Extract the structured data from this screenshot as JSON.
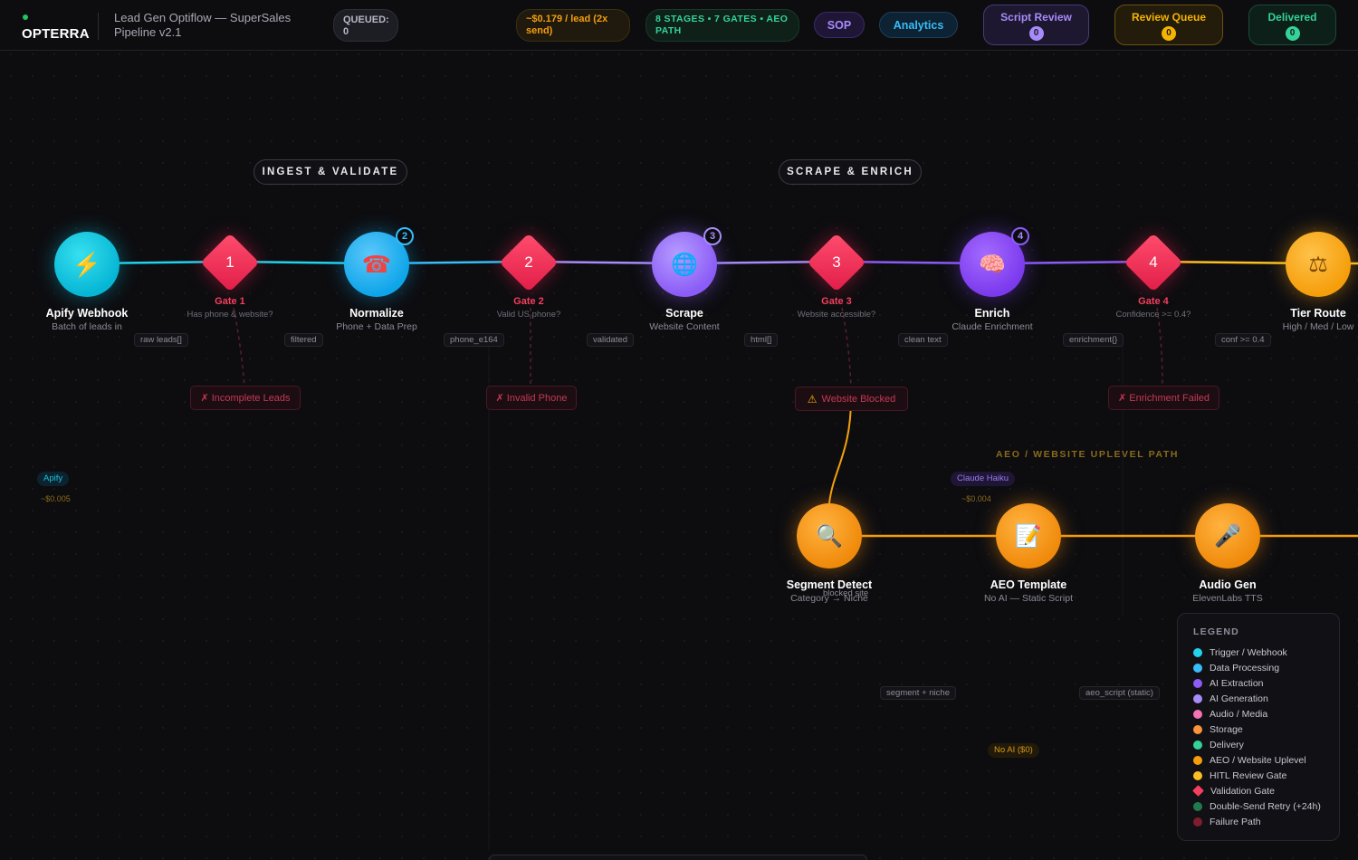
{
  "header": {
    "brand": "OPTERRA",
    "app_title": "Lead Gen Optiflow — SuperSales Pipeline v2.1",
    "queued": "QUEUED: 0",
    "cost": "~$0.179 / lead (2x send)",
    "stages": "8 STAGES • 7 GATES • AEO PATH",
    "sop": "SOP",
    "analytics": "Analytics",
    "script_review": {
      "label": "Script Review",
      "count": "0"
    },
    "review_queue": {
      "label": "Review Queue",
      "count": "0"
    },
    "delivered": {
      "label": "Delivered",
      "count": "0"
    }
  },
  "sections": {
    "ingest": "INGEST & VALIDATE",
    "scrape": "SCRAPE & ENRICH",
    "aeo": "AEO / WEBSITE UPLEVEL PATH"
  },
  "nodes": {
    "apify": {
      "label": "Apify Webhook",
      "sub": "Batch of leads in",
      "icon": "lightning-icon"
    },
    "normalize": {
      "label": "Normalize",
      "sub": "Phone + Data Prep",
      "icon": "telephone-icon",
      "badge": "2"
    },
    "scrape": {
      "label": "Scrape",
      "sub": "Website Content",
      "icon": "globe-icon",
      "badge": "3"
    },
    "enrich": {
      "label": "Enrich",
      "sub": "Claude Enrichment",
      "icon": "brain-icon",
      "badge": "4"
    },
    "tier": {
      "label": "Tier Route",
      "sub": "High / Med / Low",
      "icon": "scales-icon"
    },
    "segment": {
      "label": "Segment Detect",
      "sub": "Category → Niche",
      "icon": "magnifier-icon"
    },
    "aeo_template": {
      "label": "AEO Template",
      "sub": "No AI — Static Script",
      "icon": "memo-icon"
    },
    "audio": {
      "label": "Audio Gen",
      "sub": "ElevenLabs TTS",
      "icon": "microphone-icon"
    }
  },
  "gates": [
    {
      "num": "1",
      "label": "Gate 1",
      "sub": "Has phone & website?"
    },
    {
      "num": "2",
      "label": "Gate 2",
      "sub": "Valid US phone?"
    },
    {
      "num": "3",
      "label": "Gate 3",
      "sub": "Website accessible?"
    },
    {
      "num": "4",
      "label": "Gate 4",
      "sub": "Confidence >= 0.4?"
    }
  ],
  "edge_labels": {
    "raw_leads": "raw leads[]",
    "filtered": "filtered",
    "phone_e164": "phone_e164",
    "validated": "validated",
    "html": "html[]",
    "clean_text": "clean text",
    "enrichment": "enrichment{}",
    "conf": "conf >= 0.4",
    "blocked_site": "blocked site",
    "segment_niche": "segment + niche",
    "aeo_script": "aeo_script (static)"
  },
  "failures": {
    "incomplete": "✗ Incomplete Leads",
    "invalid_phone": "✗ Invalid Phone",
    "website_blocked": "Website Blocked",
    "enrichment_failed": "✗ Enrichment Failed"
  },
  "tags": {
    "apify": "Apify",
    "apify_cost": "~$0.005",
    "haiku": "Claude Haiku",
    "haiku_cost": "~$0.004",
    "no_ai": "No AI ($0)"
  },
  "legend": {
    "title": "LEGEND",
    "items": [
      {
        "label": "Trigger / Webhook",
        "color": "#22d3ee",
        "shape": "dot"
      },
      {
        "label": "Data Processing",
        "color": "#38bdf8",
        "shape": "dot"
      },
      {
        "label": "AI Extraction",
        "color": "#8b5cf6",
        "shape": "dot"
      },
      {
        "label": "AI Generation",
        "color": "#a78bfa",
        "shape": "dot"
      },
      {
        "label": "Audio / Media",
        "color": "#f472b6",
        "shape": "dot"
      },
      {
        "label": "Storage",
        "color": "#fb923c",
        "shape": "dot"
      },
      {
        "label": "Delivery",
        "color": "#34d399",
        "shape": "dot"
      },
      {
        "label": "AEO / Website Uplevel",
        "color": "#f59e0b",
        "shape": "dot"
      },
      {
        "label": "HITL Review Gate",
        "color": "#fbbf24",
        "shape": "dot"
      },
      {
        "label": "Validation Gate",
        "color": "#f43f5e",
        "shape": "diamond"
      },
      {
        "label": "Double-Send Retry (+24h)",
        "color": "#1f7a4d",
        "shape": "dot"
      },
      {
        "label": "Failure Path",
        "color": "#7f1d2d",
        "shape": "dot"
      }
    ]
  }
}
